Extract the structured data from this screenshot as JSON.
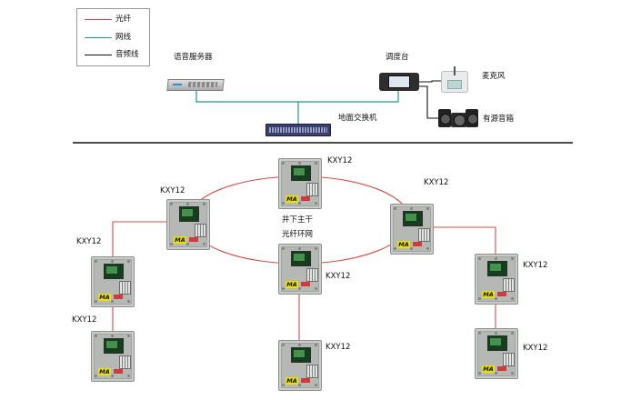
{
  "legend": {
    "items": [
      {
        "label": "光纤",
        "color": "#d84b4b"
      },
      {
        "label": "网线",
        "color": "#1f9a8a"
      },
      {
        "label": "音频线",
        "color": "#111111"
      }
    ]
  },
  "equipment": {
    "voice_server": "语音服务器",
    "dispatch_console": "调度台",
    "microphone": "麦克风",
    "active_speakers": "有源音箱",
    "ground_switch": "地面交换机"
  },
  "ring": {
    "label_line1": "井下主干",
    "label_line2": "光纤环网"
  },
  "station": {
    "model": "KXY12",
    "badge": "MA"
  },
  "colors": {
    "fiber": "#d84b4b",
    "network": "#1f9a8a",
    "audio": "#111111"
  }
}
